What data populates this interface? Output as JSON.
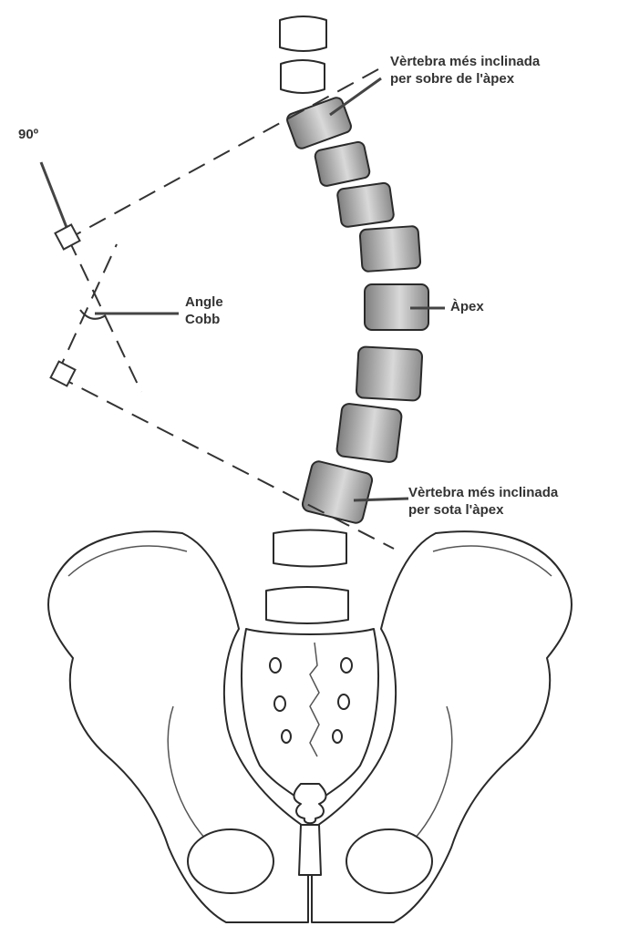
{
  "labels": {
    "upper_vertebra_line1": "Vèrtebra més inclinada",
    "upper_vertebra_line2": "per sobre de l'àpex",
    "right_angle": "90º",
    "angle_line1": "Angle",
    "angle_line2": "Cobb",
    "apex": "Àpex",
    "lower_vertebra_line1": "Vèrtebra més inclinada",
    "lower_vertebra_line2": "per sota l'àpex"
  },
  "colors": {
    "vertebra_fill": "#8c8c8c",
    "vertebra_highlight": "#d9d9d9",
    "line": "#333333",
    "background": "#ffffff"
  }
}
